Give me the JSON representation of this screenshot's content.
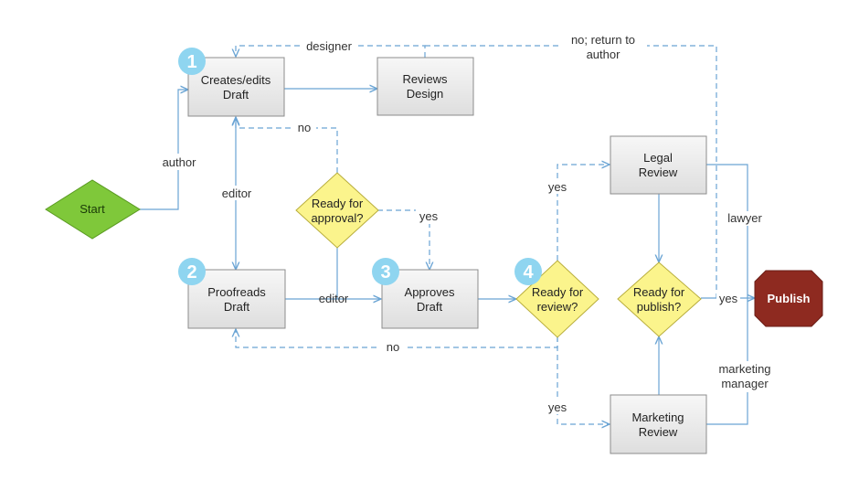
{
  "nodes": {
    "start": "Start",
    "creates_edits": [
      "Creates/edits",
      "Draft"
    ],
    "reviews_design": [
      "Reviews",
      "Design"
    ],
    "proofreads": [
      "Proofreads",
      "Draft"
    ],
    "approves": [
      "Approves",
      "Draft"
    ],
    "ready_approval": [
      "Ready for",
      "approval?"
    ],
    "ready_review": [
      "Ready for",
      "review?"
    ],
    "ready_publish": [
      "Ready for",
      "publish?"
    ],
    "legal_review": [
      "Legal",
      "Review"
    ],
    "marketing_review": [
      "Marketing",
      "Review"
    ],
    "publish": "Publish"
  },
  "badges": [
    "1",
    "2",
    "3",
    "4"
  ],
  "edge_labels": {
    "author": "author",
    "designer": "designer",
    "return_to_author": [
      "no; return to",
      "author"
    ],
    "no_top": "no",
    "editor_vertical": "editor",
    "editor_horizontal": "editor",
    "yes_approval": "yes",
    "yes_legal": "yes",
    "no_bottom": "no",
    "yes_marketing": "yes",
    "lawyer": "lawyer",
    "yes_publish": "yes",
    "marketing_manager": [
      "marketing",
      "manager"
    ]
  },
  "colors": {
    "connector": "#6aa4d4",
    "decision": "#fbf48c",
    "start": "#7fc83a",
    "publish": "#8e2a20",
    "badge": "#8fd5f0"
  }
}
